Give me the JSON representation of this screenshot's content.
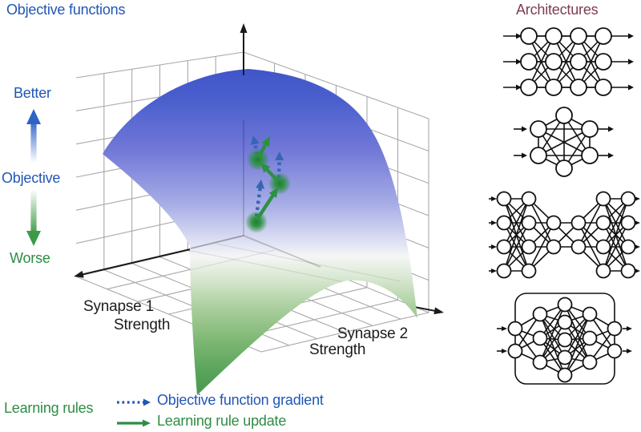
{
  "figure": {
    "titles": {
      "objective_functions": "Objective functions",
      "architectures": "Architectures",
      "learning_rules": "Learning rules"
    },
    "colors": {
      "blue": "#2156b3",
      "green": "#2e8c44",
      "maroon": "#7c3d53",
      "black": "#1c1c1c",
      "grid_gray": "#a8a8a8",
      "surface_top_blue": "#4155c9",
      "surface_bottom_green": "#47994e",
      "trajectory_green": "#2c9141",
      "trajectory_blue": "#3566b4"
    },
    "objective_scale": {
      "better": "Better",
      "axis_label": "Objective",
      "worse": "Worse"
    },
    "xy_axes": {
      "synapse1": [
        "Synapse 1",
        "Strength"
      ],
      "synapse2": [
        "Synapse 2",
        "Strength"
      ]
    },
    "legend": {
      "items": [
        {
          "label": "Objective function gradient",
          "line_style": "dashed",
          "color": "#2156b3"
        },
        {
          "label": "Learning rule update",
          "line_style": "solid",
          "color": "#2e8c44"
        }
      ]
    },
    "trajectory": {
      "points": [
        [
          320,
          277
        ],
        [
          349,
          229
        ],
        [
          322,
          199
        ]
      ],
      "gradient_arrows": [
        [
          320,
          270,
          326,
          224
        ],
        [
          348,
          222,
          349,
          189
        ],
        [
          321,
          193,
          316,
          169
        ]
      ],
      "update_arrows": [
        [
          322,
          272,
          347,
          234
        ],
        [
          346,
          225,
          325,
          203
        ],
        [
          324,
          194,
          337,
          170
        ]
      ]
    },
    "architectures_networks": [
      {
        "id": "feedforward",
        "layers": [
          3,
          3,
          3,
          3
        ]
      },
      {
        "id": "all-to-all-recurrent",
        "nodes": 6
      },
      {
        "id": "bottleneck-autoencoder",
        "layers": [
          4,
          4,
          2,
          2,
          4,
          4
        ]
      },
      {
        "id": "feedback-loop",
        "layers": [
          2,
          3,
          5,
          3,
          2
        ],
        "feedback_loop": true
      }
    ]
  }
}
